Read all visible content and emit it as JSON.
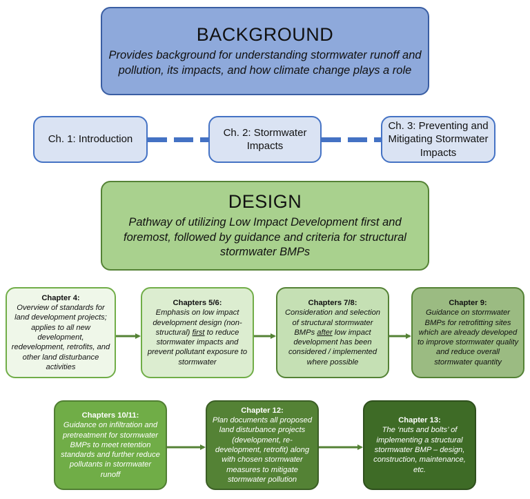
{
  "background": {
    "heading": "BACKGROUND",
    "description": "Provides background for understanding stormwater runoff and pollution, its impacts, and how climate change plays a role"
  },
  "chapters_intro": [
    {
      "label": "Ch. 1: Introduction"
    },
    {
      "label": "Ch. 2: Stormwater Impacts"
    },
    {
      "label": "Ch. 3: Preventing and Mitigating Stormwater Impacts"
    }
  ],
  "design": {
    "heading": "DESIGN",
    "description": "Pathway of utilizing Low Impact Development first and foremost, followed by guidance and criteria for structural stormwater BMPs"
  },
  "design_chapters": {
    "c4": {
      "title": "Chapter 4:",
      "body": "Overview of standards for land development projects; applies to all new development, redevelopment, retrofits, and other land disturbance activities"
    },
    "c56": {
      "title": "Chapters 5/6:",
      "body_pre": "Emphasis on low impact development design (non-structural) ",
      "body_em": "first",
      "body_post": " to reduce stormwater impacts and prevent pollutant exposure to stormwater"
    },
    "c78": {
      "title": "Chapters 7/8:",
      "body_pre": "Consideration and selection of structural stormwater BMPs ",
      "body_em": "after",
      "body_post": " low impact development has been considered / implemented where possible"
    },
    "c9": {
      "title": "Chapter 9:",
      "body": "Guidance on stormwater BMPs for retrofitting sites which are already developed to improve stormwater quality and reduce overall stormwater quantity"
    },
    "c1011": {
      "title": "Chapters 10/11:",
      "body": "Guidance on infiltration and pretreatment for stormwater BMPs to meet retention standards and further reduce pollutants in stormwater runoff"
    },
    "c12": {
      "title": "Chapter 12:",
      "body": "Plan documents all proposed land disturbance projects (development, re-development, retrofit) along with chosen stormwater measures to mitigate stormwater pollution"
    },
    "c13": {
      "title": "Chapter 13:",
      "body": "The ‘nuts and bolts’ of implementing a structural stormwater BMP – design, construction, maintenance, etc."
    }
  },
  "colors": {
    "blue_dark": "#4472c4",
    "green_arrow": "#548235"
  }
}
